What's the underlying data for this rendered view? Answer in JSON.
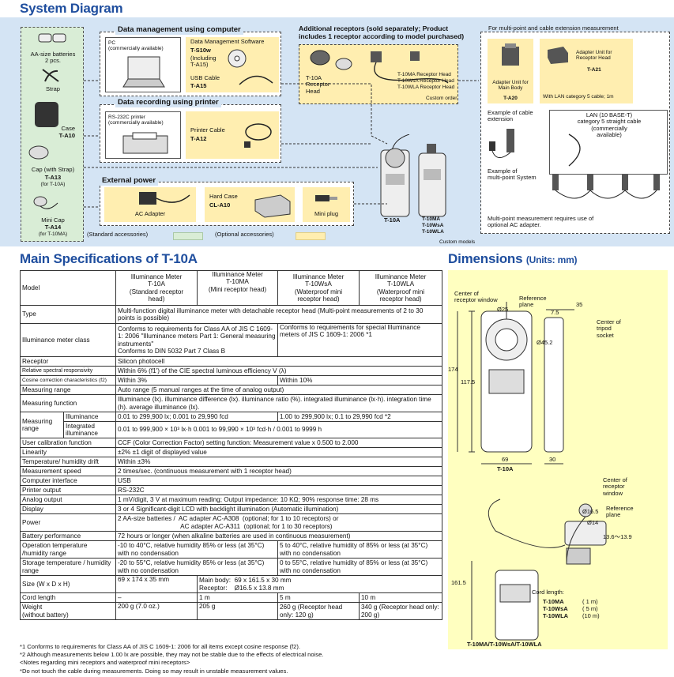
{
  "system_diagram": {
    "title": "System Diagram",
    "standard": {
      "batteries": "AA-size batteries\n2 pcs.",
      "strap": "Strap",
      "case": "Case",
      "case_code": "T-A10",
      "cap": "Cap (with Strap)",
      "cap_code": "T-A13",
      "cap_for": "(for T-10A)",
      "minicap": "Mini Cap",
      "minicap_code": "T-A14",
      "minicap_for": "(for T-10MA)"
    },
    "data_mgmt": {
      "title": "Data management using computer",
      "pc": "PC\n(commercially available)",
      "software": "Data Management Software",
      "software_code": "T-S10w",
      "software_incl": "(Including\nT-A15)",
      "usb": "USB  Cable",
      "usb_code": "T-A15"
    },
    "data_rec": {
      "title": "Data recording using printer",
      "printer": "RS-232C printer\n(commercially available)",
      "cable": "Printer Cable",
      "cable_code": "T-A12"
    },
    "external_power": {
      "title": "External power",
      "ac": "AC Adapter",
      "hardcase": "Hard Case",
      "hardcase_code": "CL-A10",
      "miniplug": "Mini plug"
    },
    "legend": {
      "standard": "(Standard accessories)",
      "optional": "(Optional accessories)"
    },
    "receptors": {
      "title": "Additional receptors (sold separately; Product\nincludes 1 receptor according to model purchased)",
      "t10a": "T-10A\nReceptor\nHead",
      "ma": "T-10MA Receptor Head",
      "wsa": "T-10WsA Receptor Head",
      "wla": "T-10WLA Receptor Head",
      "custom_order": "Custom order"
    },
    "multipoint": {
      "title": "For multi-point and cable extension measurement",
      "adapter_main": "Adapter Unit for\nMain Body",
      "adapter_main_code": "T-A20",
      "adapter_receptor": "Adapter Unit for\nReceptor Head",
      "adapter_receptor_code": "T-A21",
      "lan_cable": "With LAN category 5 cable; 1m",
      "cable_ext": "Example of cable\nextension",
      "lan_note": "LAN (10 BASE-T)\ncategory 5 straight cable\n(commercially\navailable)",
      "multi_system": "Example of\nmulti-point System",
      "multi_note": "Multi-point measurement requires use of\noptional AC adapter."
    },
    "models": {
      "t10a": "T-10A",
      "t10ma": "T-10MA",
      "t10wsa": "T-10WsA",
      "t10wla": "T-10WLA",
      "custom": "Custom models"
    }
  },
  "specs": {
    "title": "Main Specifications of T-10A",
    "models": [
      "Illuminance Meter\nT-10A\n(Standard receptor\nhead)",
      "Illuminance Meter\nT-10MA\n(Mini receptor head)",
      "Illuminance Meter\nT-10WsA\n(Waterproof mini\nreceptor head)",
      "Illuminance Meter\nT-10WLA\n(Waterproof mini\nreceptor head)"
    ],
    "rows": {
      "model": "Model",
      "type": "Type",
      "type_v": "Multi-function digital illuminance meter with detachable receptor head (Multi-point measurements of 2 to 30 points is possible)",
      "class": "Illuminance meter class",
      "class_a": "Conforms to requirements for Class AA of JIS C 1609-1: 2006 \"Illuminance meters Part 1: General measuring instruments\"\nConforms to DIN 5032 Part 7 Class B",
      "class_b": "Conforms to requirements for special Illuminance meters of JIS C 1609-1: 2006 *1",
      "receptor": "Receptor",
      "receptor_v": "Silicon photocell",
      "relative": "Relative spectral responsivity",
      "relative_v": "Within 6% (f1') of the CIE spectral luminous efficiency V (λ)",
      "cosine": "Cosine correction characteristics (f2)",
      "cosine_a": "Within 3%",
      "cosine_b": "Within 10%",
      "mrange": "Measuring range",
      "mrange_v": "Auto range (5 manual ranges at the time of analog output)",
      "mfunc": "Measuring function",
      "mfunc_v": "Illuminance (lx). illuminance difference (lx). illuminance ratio (%). integrated illuminance (lx·h). integration time (h). average illuminance (lx).",
      "mr_label": "Measuring range",
      "mr_illum": "Illuminance",
      "mr_illum_a": "0.01 to 299,900 lx; 0.001 to 29,990 fcd",
      "mr_illum_b": "1.00 to 299,900 lx; 0.1 to 29,990 fcd *2",
      "mr_integ": "Integrated illuminance",
      "mr_integ_v": "0.01 to 999,900 × 10³ lx·h  0.001 to 99,990 × 10³ fcd·h / 0.001 to 9999 h",
      "usercal": "User calibration function",
      "usercal_v": "CCF (Color Correction Factor) setting function: Measurement value x 0.500 to 2.000",
      "linearity": "Linearity",
      "linearity_v": "±2% ±1 digit of displayed value",
      "drift": "Temperature/ humidity drift",
      "drift_v": "Within ±3%",
      "speed": "Measurement speed",
      "speed_v": "2 times/sec. (continuous measurement with 1 receptor head)",
      "computer": "Computer interface",
      "computer_v": "USB",
      "printer": "Printer output",
      "printer_v": "RS-232C",
      "analog": "Analog output",
      "analog_v": "1 mV/digit, 3 V at maximum reading; Output impedance: 10 KΩ; 90% response time: 28 ms",
      "display": "Display",
      "display_v": "3 or 4 Significant-digit LCD with backlight illumination (Automatic illumination)",
      "power": "Power",
      "power_v": "2 AA-size batteries /  AC adapter AC-A308  (optional; for 1 to 10 receptors) or\n                                   AC adapter AC-A311  (optional; for 1 to 30 receptors)",
      "battery": "Battery performance",
      "battery_v": "72 hours or longer (when alkaline batteries are used in continuous measurement)",
      "optemp": "Operation temperature /humidity range",
      "optemp_a": "-10 to 40°C, relative humidity 85% or  less (at 35°C) with no condensation",
      "optemp_b": "5 to 40°C, relative humidity of 85% or less (at 35°C) with no condensation",
      "sttemp": "Storage temperature / humidity range",
      "sttemp_a": "-20 to 55°C, relative humidity 85% or  less (at 35°C) with no condensation",
      "sttemp_b": "0 to 55°C, relative humidity of 85% or less (at 35°C) with no condensation",
      "size": "Size (W x D x H)",
      "size_a": "69 x 174 x 35 mm",
      "size_b": "Main body:  69 x 161.5 x 30 mm\nReceptor:    Ø16.5 x 13.8 mm",
      "cord": "Cord length",
      "cord_vals": [
        "–",
        "1 m",
        "5 m",
        "10 m"
      ],
      "weight": "Weight\n(without battery)",
      "weight_vals": [
        "200 g (7.0 oz.)",
        "205 g",
        "260 g (Receptor head only: 120 g)",
        "340 g (Receptor head only: 200 g)"
      ]
    },
    "notes": [
      "*1 Conforms to requirements for Class AA of JIS C 1609-1: 2006 for all items except cosine response (f2).",
      "*2 Although measurements below 1.00 lx are possible, they may not be stable due to the effects of electrical noise.",
      "<Notes regarding mini receptors and waterproof mini receptors>",
      "*Do not touch the cable during measurements. Doing so may result in unstable measurement values."
    ]
  },
  "dimensions": {
    "title": "Dimensions",
    "units": "(Units: mm)",
    "center_window": "Center of\nreceptor window",
    "reference_plane": "Reference\nplane",
    "tripod": "Center of\ntripod\nsocket",
    "d25": "Ø25",
    "d35": "35",
    "d75": "7.5",
    "d452": "Ø45.2",
    "h174": "174",
    "h1175": "117.5",
    "w69": "69",
    "w30": "30",
    "model_a": "T-10A",
    "center_window2": "Center of\nreceptor\nwindow",
    "reference_plane2": "Reference\nplane",
    "d165": "Ø16.5",
    "d14": "Ø14",
    "r136": "13.6〜13.9",
    "h1615": "161.5",
    "cord_title": "Cord length:",
    "cord_ma": "T-10MA",
    "cord_ma_v": "( 1 m)",
    "cord_wsa": "T-10WsA",
    "cord_wsa_v": "( 5 m)",
    "cord_wla": "T-10WLA",
    "cord_wla_v": "(10 m)",
    "model_b": "T-10MA/T-10WsA/T-10WLA"
  }
}
